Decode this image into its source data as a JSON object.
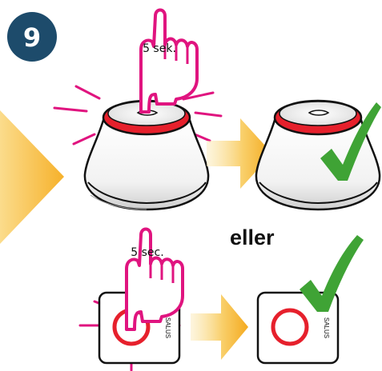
{
  "step_number": "9",
  "top_hand_label": "5 sek.",
  "bottom_hand_label": "5 sec.",
  "or_label": "eller",
  "brand_top": "SALUS",
  "brand_bottom": "SALUS",
  "colors": {
    "badge": "#1d4b6b",
    "hand": "#e0147f",
    "ring": "#e6202c",
    "arrow": "#f6b733",
    "check": "#3fa335",
    "flash": "#e0147f"
  },
  "icons": {
    "left_arrow": "large-yellow-arrow-icon",
    "arrow_top": "yellow-arrow-icon",
    "arrow_bottom": "yellow-arrow-icon",
    "check_top": "checkmark-icon",
    "check_bottom": "checkmark-icon"
  }
}
